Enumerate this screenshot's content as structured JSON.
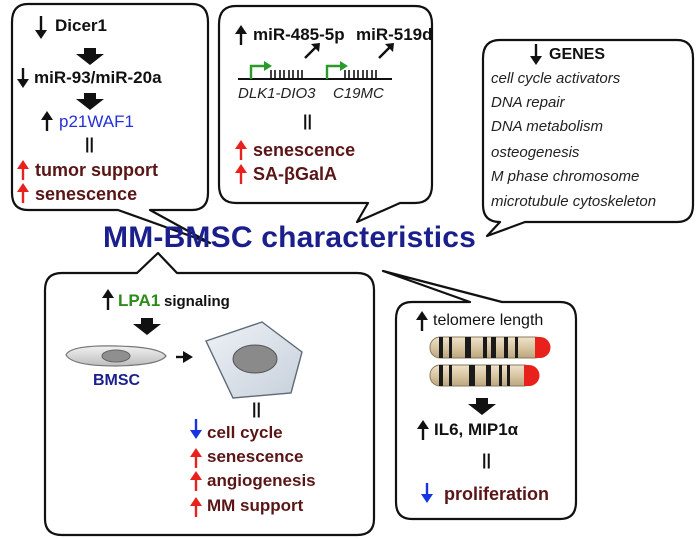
{
  "title": "MM-BMSC characteristics",
  "top_left": {
    "dicer": "Dicer1",
    "mirs": "miR-93/miR-20a",
    "p21": "p21WAF1",
    "eq": "||",
    "tumor": "tumor support",
    "senescence": "senescence"
  },
  "top_middle": {
    "mir485": "miR-485-5p",
    "mir519": "miR-519d",
    "locus1": "DLK1-DIO3",
    "locus2": "C19MC",
    "eq": "||",
    "senescence": "senescence",
    "sagal": "SA-βGalA"
  },
  "top_right": {
    "heading": "GENES",
    "items": [
      "cell cycle activators",
      "DNA repair",
      "DNA metabolism",
      "osteogenesis",
      "M phase chromosome",
      "microtubule cytoskeleton"
    ]
  },
  "bottom_left": {
    "lpa1": "LPA1",
    "signaling": "signaling",
    "bmsc": "BMSC",
    "eq": "||",
    "items": [
      "cell cycle",
      "senescence",
      "angiogenesis",
      "MM support"
    ]
  },
  "bottom_right": {
    "telomere": "telomere length",
    "il6": "IL6, MIP1α",
    "eq": "||",
    "proliferation": "proliferation"
  },
  "colors": {
    "up_arrow": "#e8211c",
    "down_arrow": "#1634e0",
    "title": "#1a1f8c",
    "lpa1": "#2e8b1a",
    "p21": "#2430d8",
    "effect_text": "#5a1616",
    "telomere_cap": "#e8211c"
  }
}
